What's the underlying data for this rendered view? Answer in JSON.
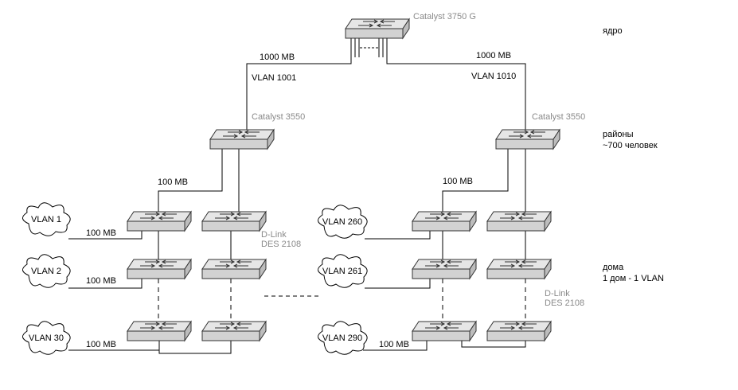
{
  "core": {
    "name": "Catalyst 3750 G",
    "level_label": "ядро"
  },
  "uplinks": {
    "left": {
      "speed": "1000 MB",
      "vlan": "VLAN 1001"
    },
    "right": {
      "speed": "1000 MB",
      "vlan": "VLAN 1010"
    }
  },
  "districts": {
    "left_switch": "Catalyst 3550",
    "right_switch": "Catalyst 3550",
    "level_label": "районы",
    "level_sub": "~700 человек",
    "left_link": "100 MB",
    "right_link": "100 MB"
  },
  "access": {
    "left_model": [
      "D-Link",
      "DES 2108"
    ],
    "right_model": [
      "D-Link",
      "DES 2108"
    ],
    "level_label": "дома",
    "level_sub": "1 дом - 1 VLAN",
    "left_vlans": [
      {
        "name": "VLAN 1",
        "speed": "100 MB"
      },
      {
        "name": "VLAN 2",
        "speed": "100 MB"
      },
      {
        "name": "VLAN 30",
        "speed": "100 MB"
      }
    ],
    "right_vlans": [
      {
        "name": "VLAN 260"
      },
      {
        "name": "VLAN 261"
      },
      {
        "name": "VLAN 290",
        "speed": "100 MB"
      }
    ]
  }
}
